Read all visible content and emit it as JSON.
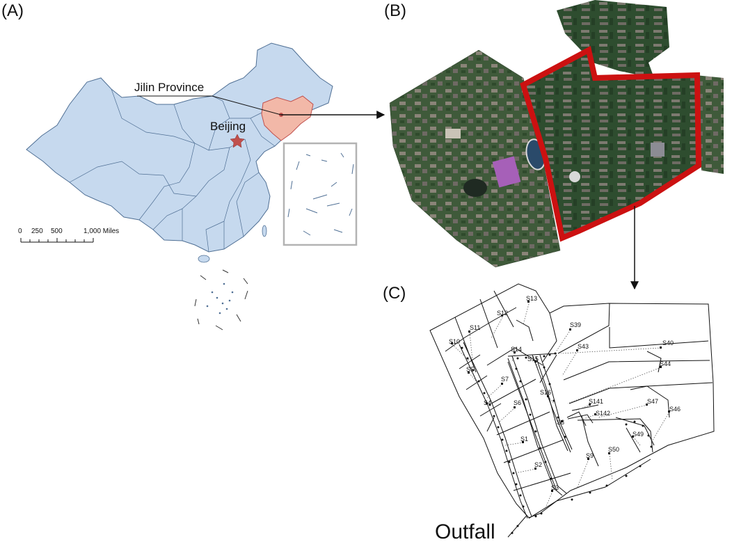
{
  "panels": {
    "a": "(A)",
    "b": "(B)",
    "c": "(C)"
  },
  "map": {
    "province_label": "Jilin Province",
    "capital_label": "Beijing",
    "scale": {
      "ticks": [
        "0",
        "250",
        "500",
        "1,000 Miles"
      ]
    }
  },
  "network": {
    "outfall_label": "Outfall",
    "subcatchments": [
      "S13",
      "S12",
      "S11",
      "S10",
      "S39",
      "S40",
      "S43",
      "S14",
      "S15",
      "S44",
      "S5",
      "S7",
      "S16",
      "S4",
      "S6",
      "S141",
      "S47",
      "S142",
      "S46",
      "S8",
      "S49",
      "S1",
      "S9",
      "S50",
      "S2",
      "S3"
    ]
  },
  "colors": {
    "land_fill": "#c6d9ee",
    "land_stroke": "#4f6f94",
    "province_fill": "#f2b8a8",
    "province_stroke": "#c0504d",
    "star": "#c0504d",
    "study_area_outline": "#cc1111",
    "inset_frame": "#b3b3b3"
  }
}
